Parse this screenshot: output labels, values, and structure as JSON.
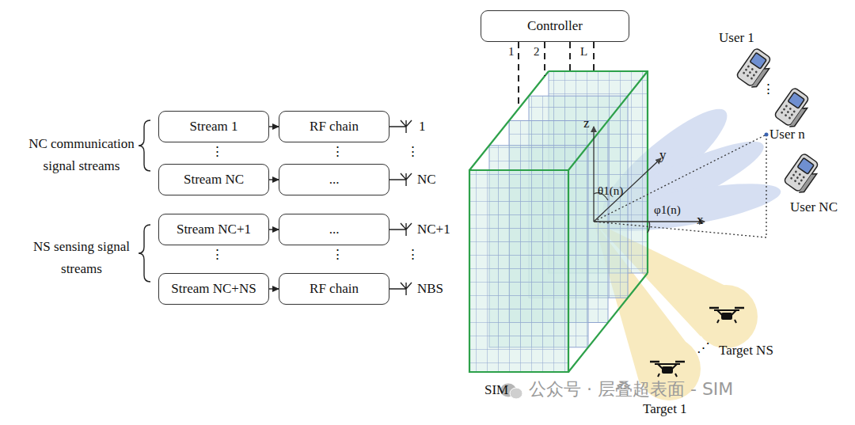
{
  "diagram": {
    "nodes": [
      {
        "text": [
          "Stream 1"
        ]
      },
      {
        "text": [
          "RF chain"
        ]
      },
      {
        "text": [
          "Stream NC"
        ]
      },
      {
        "text": [
          "..."
        ]
      },
      {
        "text": [
          "Stream NC+1"
        ]
      },
      {
        "text": [
          "..."
        ]
      },
      {
        "text": [
          "Stream NC+NS"
        ]
      },
      {
        "text": [
          "RF chain"
        ]
      },
      {
        "text": [
          "Controller"
        ]
      }
    ],
    "edges": [
      {
        "from": 0,
        "to": 1,
        "arrow": "to"
      },
      {
        "from": 2,
        "to": 3,
        "arrow": "to"
      },
      {
        "from": 4,
        "to": 5,
        "arrow": "to"
      },
      {
        "from": 6,
        "to": 7,
        "arrow": "to"
      }
    ],
    "labels": [
      "NC communication signal streams",
      "NS sensing signal streams",
      "1",
      "NC",
      "NC+1",
      "NBS",
      "⋮",
      "⋮",
      "⋮",
      "⋮",
      "⋮",
      "⋮",
      "1",
      "2",
      "L",
      "z",
      "y",
      "x",
      "θ1(n)",
      "φ1(n)",
      "User 1",
      "⋮",
      "User n",
      "User NC",
      "⋰",
      "Target NS",
      "SIM",
      "Target 1",
      "公众号 · 层叠超表面 - SIM"
    ]
  }
}
